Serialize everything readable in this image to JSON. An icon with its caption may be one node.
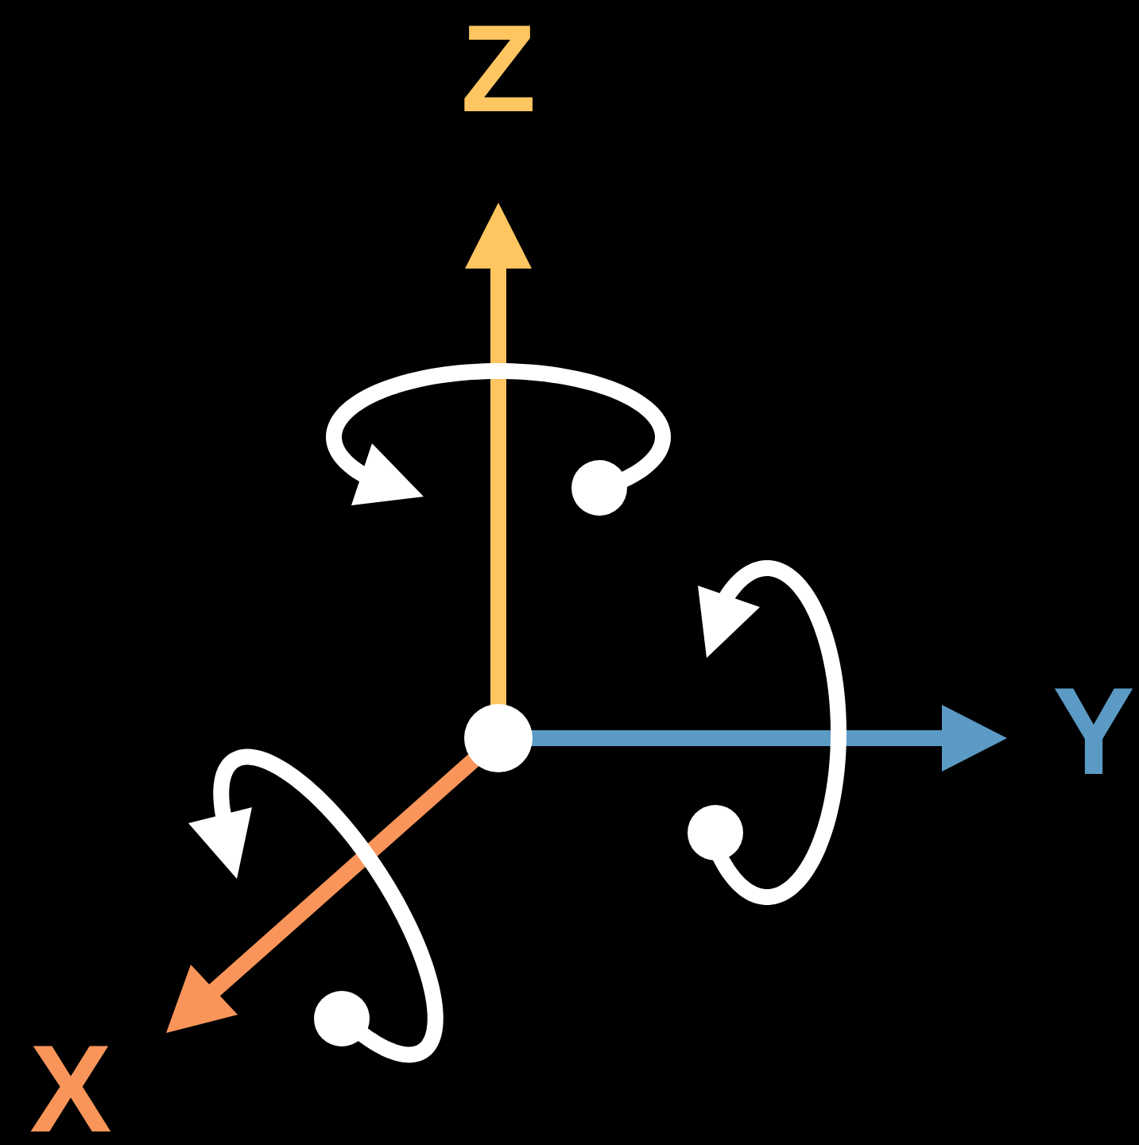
{
  "diagram": {
    "nodes": [
      {
        "text": [],
        "shape": "circle"
      }
    ],
    "labels": [
      "Z",
      "Y",
      "X"
    ]
  }
}
